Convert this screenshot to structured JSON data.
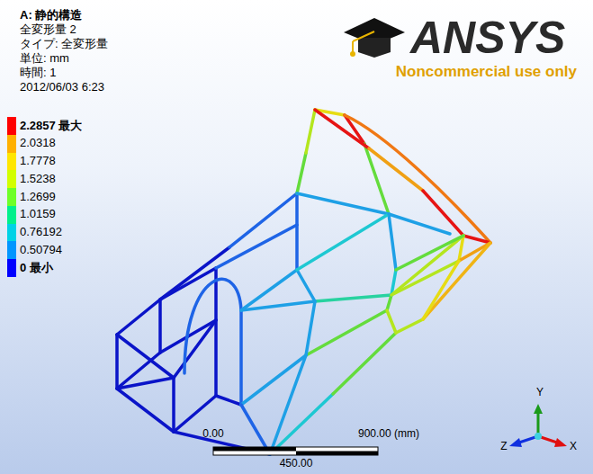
{
  "diagram": {
    "title": "A: 静的構造",
    "labels": [
      "全変形量 2",
      "タイプ: 全変形量",
      "単位: mm",
      "時間: 1",
      "2012/06/03 6:23",
      "ANSYS",
      "Noncommercial use only",
      "0.00",
      "900.00 (mm)",
      "450.00",
      "Y",
      "Z",
      "X"
    ],
    "legend": [
      {
        "text": "2.2857 最大",
        "color": "#ff0000"
      },
      {
        "text": "2.0318",
        "color": "#ffb000"
      },
      {
        "text": "1.7778",
        "color": "#ffe600"
      },
      {
        "text": "1.5238",
        "color": "#d2ff00"
      },
      {
        "text": "1.2699",
        "color": "#6eff28"
      },
      {
        "text": "1.0159",
        "color": "#00f08c"
      },
      {
        "text": "0.76192",
        "color": "#00d2e6"
      },
      {
        "text": "0.50794",
        "color": "#0096ff"
      },
      {
        "text": "0 最小",
        "color": "#0000ff"
      }
    ]
  }
}
